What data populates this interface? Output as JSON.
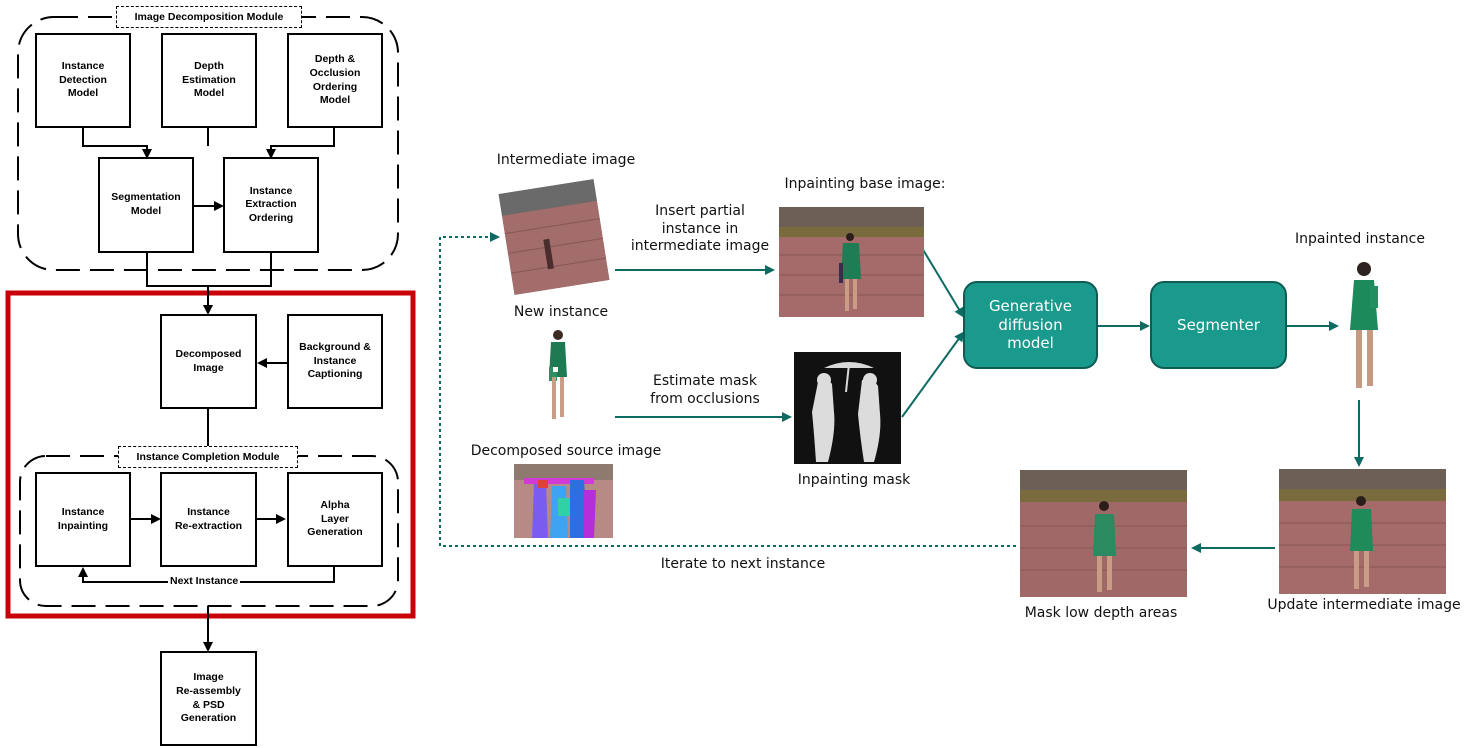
{
  "left_pipeline": {
    "decomposition_module_title": "Image Decomposition Module",
    "instance_detection": "Instance\nDetection\nModel",
    "depth_estimation": "Depth\nEstimation\nModel",
    "depth_occlusion": "Depth &\nOcclusion\nOrdering\nModel",
    "segmentation": "Segmentation\nModel",
    "instance_extraction": "Instance\nExtraction\nOrdering",
    "decomposed_image": "Decomposed\nImage",
    "background_captioning": "Background &\nInstance\nCaptioning",
    "completion_module_title": "Instance Completion Module",
    "instance_inpainting": "Instance\nInpainting",
    "instance_reextraction": "Instance\nRe-extraction",
    "alpha_layer": "Alpha\nLayer\nGeneration",
    "next_instance": "Next Instance",
    "reassembly": "Image\nRe-assembly\n& PSD\nGeneration"
  },
  "right_flow": {
    "intermediate_image": "Intermediate image",
    "new_instance": "New instance",
    "decomposed_source_image": "Decomposed source image",
    "insert_partial": "Insert partial\ninstance in\nintermediate  image",
    "estimate_mask": "Estimate mask\nfrom occlusions",
    "inpainting_base_image": "Inpainting base image:",
    "inpainting_mask": "Inpainting mask",
    "generative_diffusion": "Generative\ndiffusion\nmodel",
    "segmenter": "Segmenter",
    "inpainted_instance": "Inpainted instance",
    "update_intermediate": "Update intermediate image",
    "mask_low_depth": "Mask low depth areas",
    "iterate_next": "Iterate to next instance"
  },
  "colors": {
    "highlight_red": "#c8000a",
    "teal_fill": "#1a9a8c",
    "teal_line": "#0e6b63"
  }
}
